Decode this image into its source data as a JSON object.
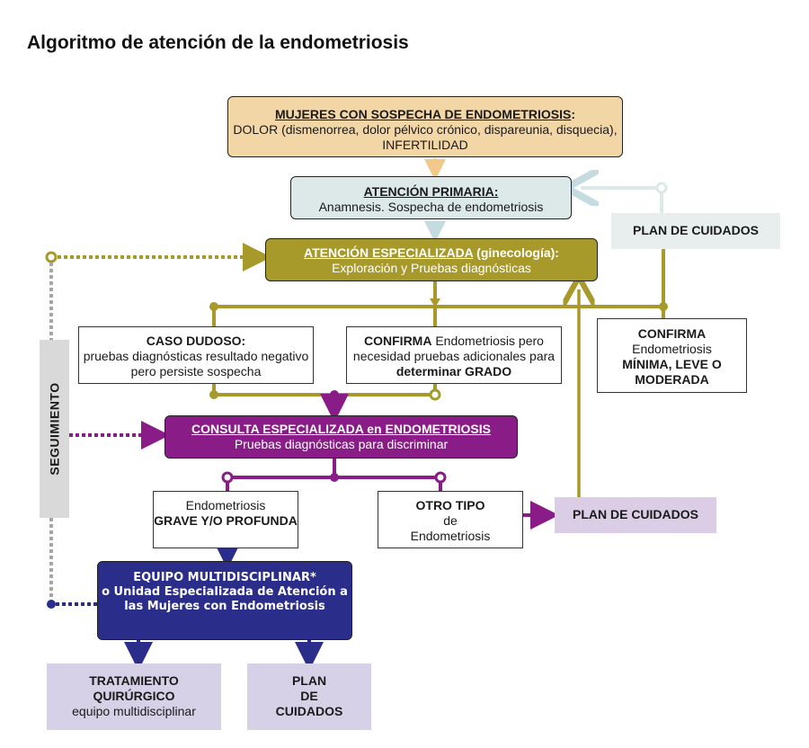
{
  "title": "Algoritmo de atención de la endometriosis",
  "colors": {
    "olive": "#a79a2b",
    "purple": "#8a1c87",
    "navy": "#2b2d8a",
    "peach": "#f3d6a6",
    "pale_teal": "#dde9e9",
    "lavender": "#dacde5",
    "gray": "#d9d9d9"
  },
  "nodes": {
    "mujeres": {
      "heading": "MUJERES CON SOSPECHA DE ENDOMETRIOSIS",
      "colon": ":",
      "text": "DOLOR (dismenorrea, dolor pélvico crónico, dispareunia, disquecia), INFERTILIDAD"
    },
    "primaria": {
      "heading": "ATENCIÓN PRIMARIA:",
      "text": "Anamnesis. Sospecha de endometriosis"
    },
    "especializada": {
      "heading": "ATENCIÓN ESPECIALIZADA",
      "heading_suffix": " (ginecología):",
      "text": "Exploración y Pruebas diagnósticas"
    },
    "plan_top": {
      "label": "PLAN DE CUIDADOS"
    },
    "dudoso": {
      "heading": "CASO DUDOSO:",
      "text": "pruebas diagnósticas resultado negativo pero persiste sospecha"
    },
    "confirma_grado": {
      "lead": "CONFIRMA",
      "text": " Endometriosis pero necesidad pruebas adicionales para ",
      "emphasis": "determinar GRADO"
    },
    "confirma_leve": {
      "lead": "CONFIRMA",
      "text": "Endometriosis",
      "emphasis": "MÍNIMA, LEVE O MODERADA"
    },
    "consulta": {
      "heading": "CONSULTA ESPECIALIZADA en  ENDOMETRIOSIS",
      "text": "Pruebas diagnósticas para discriminar"
    },
    "seguimiento": {
      "label": "SEGUIMIENTO"
    },
    "grave": {
      "text": "Endometriosis",
      "emphasis": "GRAVE Y/O PROFUNDA"
    },
    "otro": {
      "lead": "OTRO TIPO",
      "text": "de",
      "text2": "Endometriosis"
    },
    "plan_mid": {
      "label": "PLAN DE CUIDADOS"
    },
    "equipo": {
      "heading": "EQUIPO MULTIDISCIPLINAR*",
      "text": "o Unidad Especializada de Atención a las Mujeres con Endometriosis"
    },
    "quirurgico": {
      "heading": "TRATAMIENTO QUIRÚRGICO",
      "text": "equipo multidisciplinar"
    },
    "plan_bot": {
      "label1": "PLAN",
      "label2": "DE",
      "label3": "CUIDADOS"
    }
  }
}
